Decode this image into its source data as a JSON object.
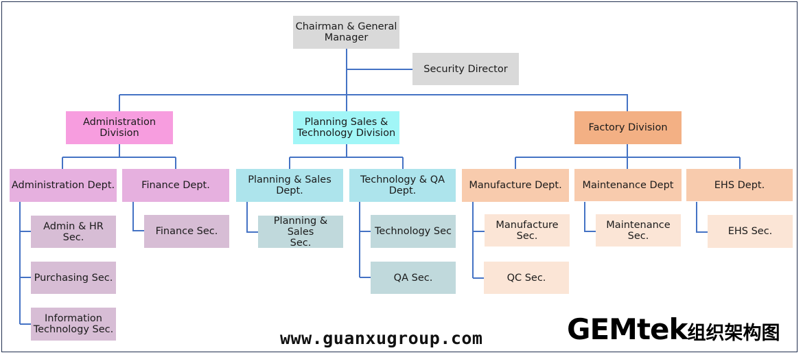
{
  "chart": {
    "title_en": "GEMtek",
    "title_zh": "组织架构图",
    "website": "www.guanxugroup.com",
    "connector_color": "#4472c4"
  },
  "top": {
    "chairman": "Chairman & General\nManager",
    "security": "Security Director"
  },
  "divisions": {
    "admin": {
      "label": "Administration\nDivision",
      "depts": {
        "admin": {
          "label": "Administration Dept.",
          "sections": [
            "Admin & HR Sec.",
            "Purchasing Sec.",
            "Information\nTechnology Sec."
          ]
        },
        "finance": {
          "label": "Finance Dept.",
          "sections": [
            "Finance Sec."
          ]
        }
      }
    },
    "pst": {
      "label": "Planning Sales &\nTechnology Division",
      "depts": {
        "planning": {
          "label": "Planning & Sales\nDept.",
          "sections": [
            "Planning & Sales\nSec."
          ]
        },
        "tech": {
          "label": "Technology & QA\nDept.",
          "sections": [
            "Technology Sec",
            "QA Sec."
          ]
        }
      }
    },
    "factory": {
      "label": "Factory Division",
      "depts": {
        "manufacture": {
          "label": "Manufacture Dept.",
          "sections": [
            "Manufacture Sec.",
            "QC Sec."
          ]
        },
        "maintenance": {
          "label": "Maintenance Dept",
          "sections": [
            "Maintenance Sec."
          ]
        },
        "ehs": {
          "label": "EHS Dept.",
          "sections": [
            "EHS Sec."
          ]
        }
      }
    }
  }
}
